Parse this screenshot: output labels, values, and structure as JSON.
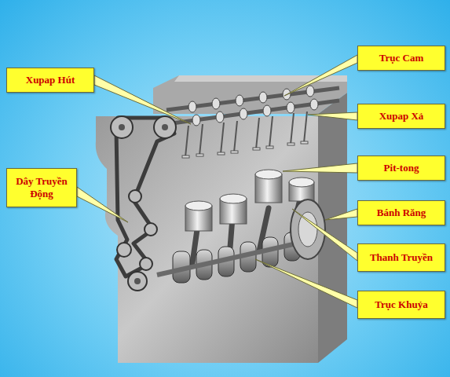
{
  "diagram": {
    "nodes": [
      {
        "text": [
          "Trục Cam"
        ]
      },
      {
        "text": [
          "Xupap Hút"
        ]
      },
      {
        "text": [
          "Xupap Xả"
        ]
      },
      {
        "text": [
          "Pit-tong"
        ]
      },
      {
        "text": [
          "Dây Truyền Động"
        ]
      },
      {
        "text": [
          "Bánh Răng"
        ]
      },
      {
        "text": [
          "Thanh Truyền"
        ]
      },
      {
        "text": [
          "Trục Khuỷa"
        ]
      }
    ]
  }
}
